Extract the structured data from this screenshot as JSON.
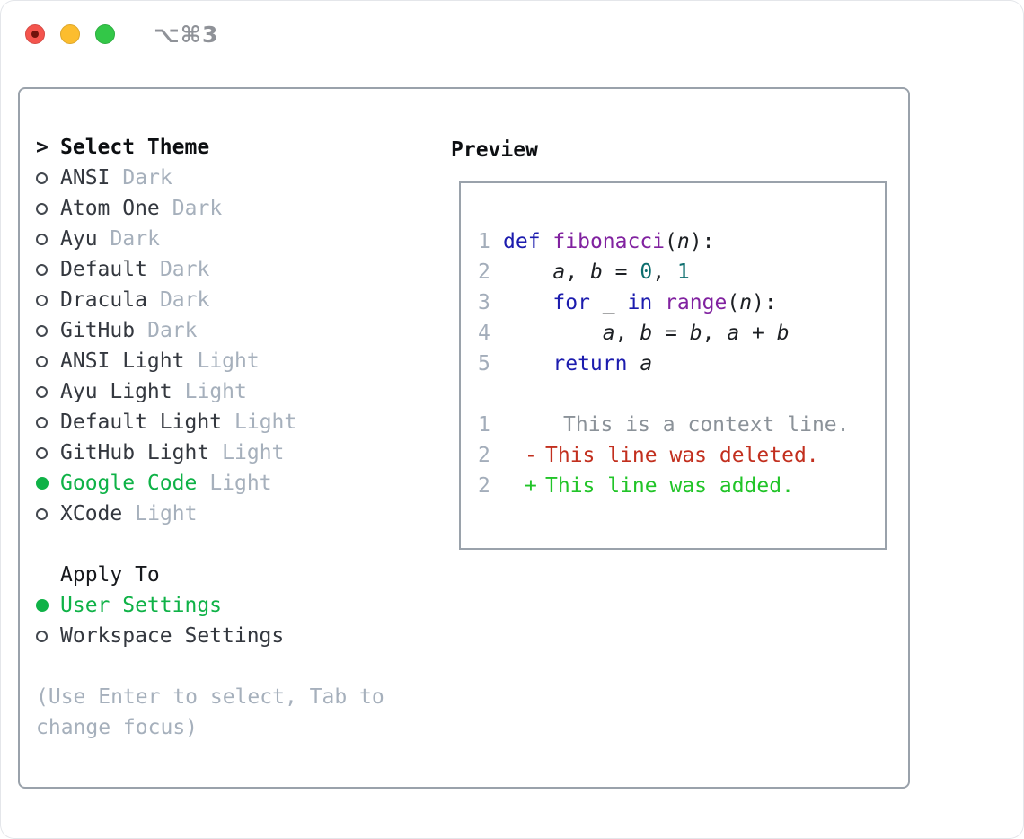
{
  "window": {
    "title": "⌥⌘3",
    "traffic_lights": [
      {
        "name": "close-button"
      },
      {
        "name": "minimize-button"
      },
      {
        "name": "zoom-button"
      }
    ]
  },
  "theme_selector": {
    "prompt": ">",
    "header": "Select Theme",
    "themes": [
      {
        "name": "ANSI",
        "variant": "Dark",
        "selected": false
      },
      {
        "name": "Atom One",
        "variant": "Dark",
        "selected": false
      },
      {
        "name": "Ayu",
        "variant": "Dark",
        "selected": false
      },
      {
        "name": "Default",
        "variant": "Dark",
        "selected": false
      },
      {
        "name": "Dracula",
        "variant": "Dark",
        "selected": false
      },
      {
        "name": "GitHub",
        "variant": "Dark",
        "selected": false
      },
      {
        "name": "ANSI Light",
        "variant": "Light",
        "selected": false
      },
      {
        "name": "Ayu Light",
        "variant": "Light",
        "selected": false
      },
      {
        "name": "Default Light",
        "variant": "Light",
        "selected": false
      },
      {
        "name": "GitHub Light",
        "variant": "Light",
        "selected": false
      },
      {
        "name": "Google Code",
        "variant": "Light",
        "selected": true
      },
      {
        "name": "XCode",
        "variant": "Light",
        "selected": false
      }
    ],
    "apply_to": {
      "header": "Apply To",
      "options": [
        {
          "name": "User Settings",
          "selected": true
        },
        {
          "name": "Workspace Settings",
          "selected": false
        }
      ]
    },
    "help_text": "(Use Enter to select, Tab to change focus)"
  },
  "preview": {
    "header": "Preview",
    "code_lines": [
      {
        "num": "1",
        "tokens": [
          {
            "t": "def",
            "c": "kw"
          },
          {
            "t": " ",
            "c": "pl"
          },
          {
            "t": "fibonacci",
            "c": "fn"
          },
          {
            "t": "(",
            "c": "pl"
          },
          {
            "t": "n",
            "c": "var"
          },
          {
            "t": "):",
            "c": "pl"
          }
        ]
      },
      {
        "num": "2",
        "tokens": [
          {
            "t": "    ",
            "c": "pl"
          },
          {
            "t": "a",
            "c": "var"
          },
          {
            "t": ", ",
            "c": "pl"
          },
          {
            "t": "b",
            "c": "var"
          },
          {
            "t": " = ",
            "c": "pl"
          },
          {
            "t": "0",
            "c": "num"
          },
          {
            "t": ", ",
            "c": "pl"
          },
          {
            "t": "1",
            "c": "num"
          }
        ]
      },
      {
        "num": "3",
        "tokens": [
          {
            "t": "    ",
            "c": "pl"
          },
          {
            "t": "for",
            "c": "kw"
          },
          {
            "t": " ",
            "c": "pl"
          },
          {
            "t": "_",
            "c": "var"
          },
          {
            "t": " ",
            "c": "pl"
          },
          {
            "t": "in",
            "c": "kw"
          },
          {
            "t": " ",
            "c": "pl"
          },
          {
            "t": "range",
            "c": "fn"
          },
          {
            "t": "(",
            "c": "pl"
          },
          {
            "t": "n",
            "c": "var"
          },
          {
            "t": "):",
            "c": "pl"
          }
        ]
      },
      {
        "num": "4",
        "tokens": [
          {
            "t": "        ",
            "c": "pl"
          },
          {
            "t": "a",
            "c": "var"
          },
          {
            "t": ", ",
            "c": "pl"
          },
          {
            "t": "b",
            "c": "var"
          },
          {
            "t": " = ",
            "c": "pl"
          },
          {
            "t": "b",
            "c": "var"
          },
          {
            "t": ", ",
            "c": "pl"
          },
          {
            "t": "a",
            "c": "var"
          },
          {
            "t": " + ",
            "c": "pl"
          },
          {
            "t": "b",
            "c": "var"
          }
        ]
      },
      {
        "num": "5",
        "tokens": [
          {
            "t": "    ",
            "c": "pl"
          },
          {
            "t": "return",
            "c": "kw"
          },
          {
            "t": " ",
            "c": "pl"
          },
          {
            "t": "a",
            "c": "var"
          }
        ]
      }
    ],
    "diff_lines": [
      {
        "num": "1",
        "marker": " ",
        "text": "This is a context line.",
        "kind": "context"
      },
      {
        "num": "2",
        "marker": "-",
        "text": "This line was deleted.",
        "kind": "deleted"
      },
      {
        "num": "2",
        "marker": "+",
        "text": "This line was added.",
        "kind": "added"
      }
    ]
  },
  "colors": {
    "accent_green": "#0fb247",
    "added_green": "#21c428",
    "deleted_red": "#c22f1e",
    "keyword_blue": "#1c1cae",
    "function_purple": "#8122a0",
    "number_teal": "#0d6e6e",
    "line_number_gray": "#a3adba",
    "context_gray": "#8b9299",
    "muted_gray": "#a6b0bc",
    "border_gray": "#9aa2ab",
    "title_gray": "#8f9298",
    "tl_red": "#f4544d",
    "tl_yellow": "#fcbd2e",
    "tl_green": "#33c748"
  }
}
